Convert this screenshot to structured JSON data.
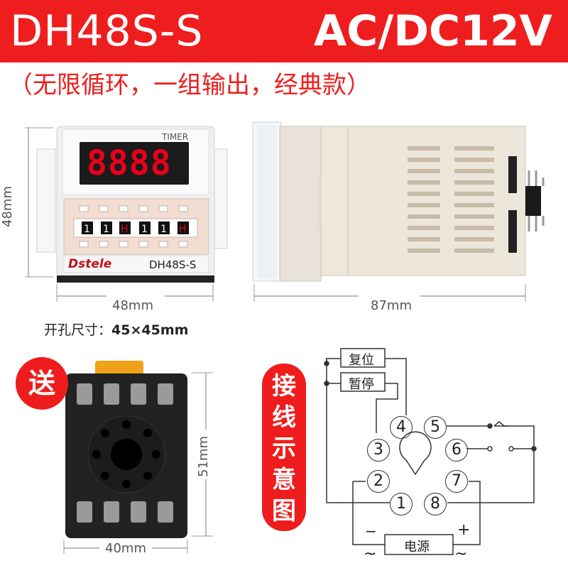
{
  "header": {
    "model": "DH48S-S",
    "voltage": "AC/DC12V",
    "subtitle": "（无限循环，一组输出，经典款）"
  },
  "front_view": {
    "panel_label": "TIMER",
    "display_digits": "8888",
    "brand": "Dstele",
    "panel_model": "DH48S-S",
    "width_label": "48mm",
    "height_label": "48mm"
  },
  "side_view": {
    "length_label": "87mm"
  },
  "cutout": {
    "label": "开孔尺寸：",
    "value": "45×45mm"
  },
  "socket": {
    "gift_label": "送",
    "width_label": "40mm",
    "height_label": "51mm"
  },
  "wiring": {
    "title": [
      "接",
      "线",
      "示",
      "意",
      "图"
    ],
    "reset_label": "复位",
    "pause_label": "暂停",
    "power_label": "电源",
    "minus": "−",
    "plus": "+",
    "ac_left": "~",
    "ac_right": "~",
    "pins": [
      "1",
      "2",
      "3",
      "4",
      "5",
      "6",
      "7",
      "8"
    ]
  },
  "colors": {
    "accent": "#ef1e1e",
    "panel_bg": "#f4f4f4",
    "display_bg": "#1a1a1a",
    "led": "#e8001c"
  }
}
